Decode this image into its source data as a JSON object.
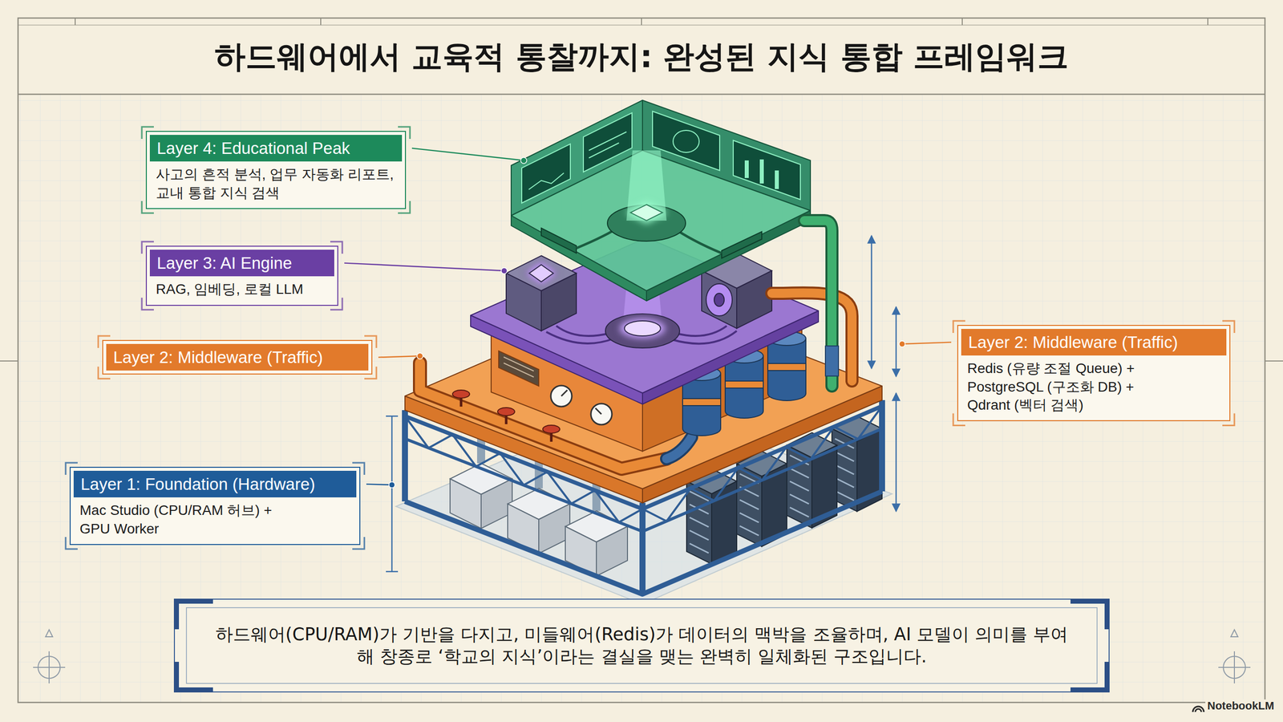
{
  "diagram": {
    "title": "하드웨어에서 교육적 통찰까지: 완성된 지식 통합 프레임워크",
    "caption": "하드웨어(CPU/RAM)가 기반을 다지고, 미들웨어(Redis)가 데이터의 맥박을 조율하며, AI 모델이 의미를 부여해 창종로 ‘학교의 지식’이라는 결실을 맺는 완벽히 일체화된 구조입니다.",
    "nodes": [
      {
        "text": [
          "Layer 4: Educational Peak",
          "사고의 흔적 분석, 업무 자동화 리포트, 교내 통합 지식 검색"
        ]
      },
      {
        "text": [
          "Layer 3: AI Engine",
          "RAG, 임베딩, 로컬 LLM"
        ]
      },
      {
        "text": [
          "Layer 2: Middleware (Traffic)"
        ]
      },
      {
        "text": [
          "Layer 2: Middleware (Traffic)",
          "Redis (유량 조절 Queue) + PostgreSQL (구조화 DB) + Qdrant (벡터 검색)"
        ]
      },
      {
        "text": [
          "Layer 1: Foundation (Hardware)",
          "Mac Studio (CPU/RAM 허브) + GPU Worker"
        ]
      }
    ],
    "labels": [
      "NotebookLM"
    ]
  }
}
